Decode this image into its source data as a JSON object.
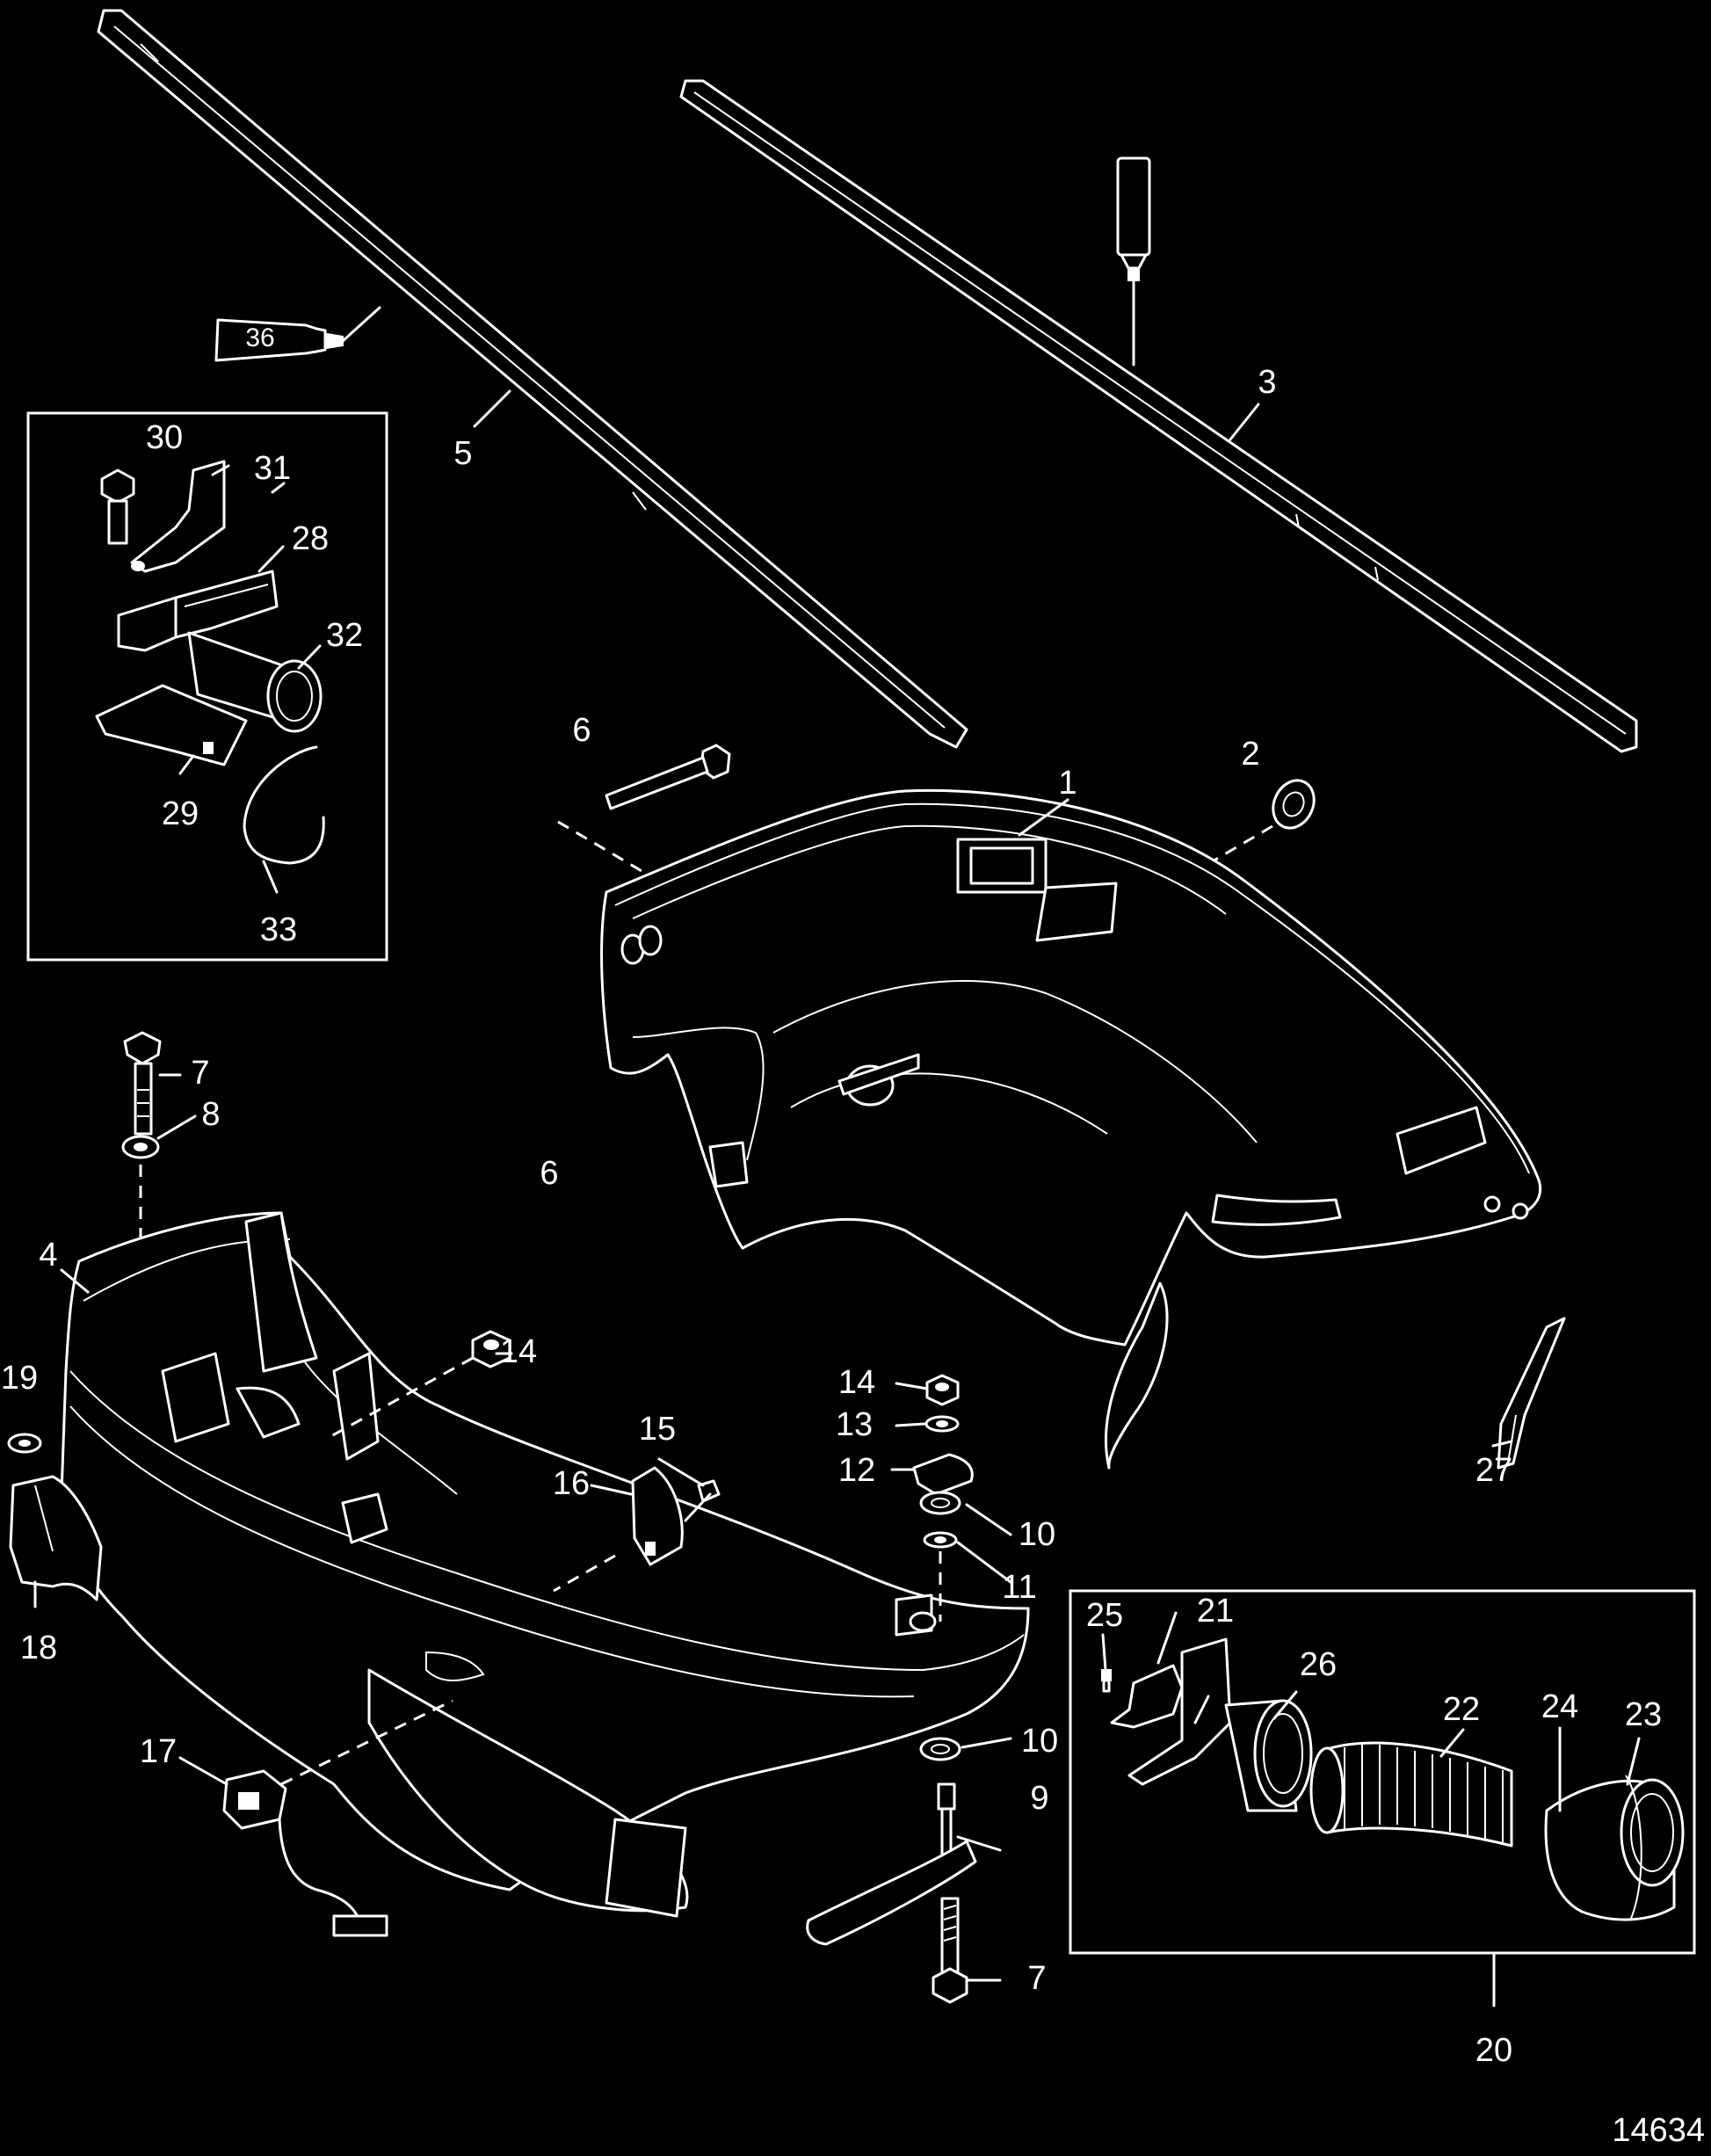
{
  "figure_id": "14634",
  "tube_label": "36",
  "callouts": {
    "c1": "1",
    "c2": "2",
    "c3": "3",
    "c4": "4",
    "c5": "5",
    "c6a": "6",
    "c6b": "6",
    "c7a": "7",
    "c7b": "7",
    "c8": "8",
    "c9": "9",
    "c10a": "10",
    "c10b": "10",
    "c11": "11",
    "c12": "12",
    "c13": "13",
    "c14a": "14",
    "c14b": "14",
    "c15": "15",
    "c16": "16",
    "c17": "17",
    "c18": "18",
    "c19": "19",
    "c20": "20",
    "c21": "21",
    "c22": "22",
    "c23": "23",
    "c24": "24",
    "c25": "25",
    "c26": "26",
    "c27": "27",
    "c28": "28",
    "c29": "29",
    "c30": "30",
    "c31": "31",
    "c32": "32",
    "c33": "33"
  }
}
